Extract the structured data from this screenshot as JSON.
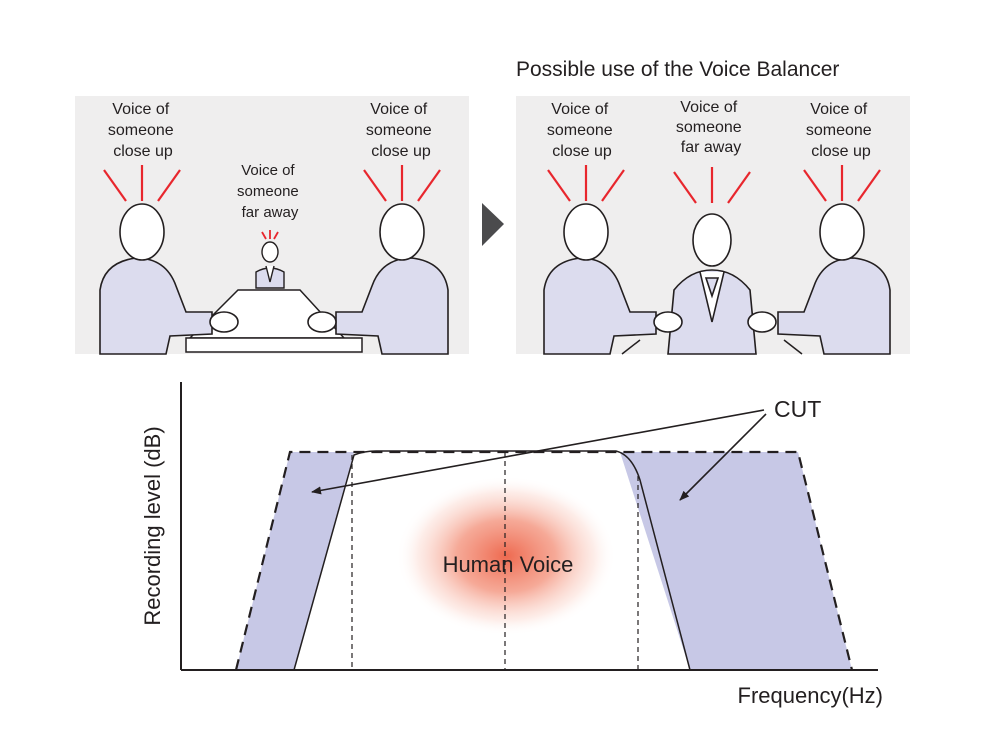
{
  "header": {
    "title": "Possible use of the Voice Balancer"
  },
  "left_panel": {
    "left_person_label": [
      "Voice of",
      "someone",
      "close up"
    ],
    "far_person_label": [
      "Voice of",
      "someone",
      "far away"
    ],
    "right_person_label": [
      "Voice of",
      "someone",
      "close up"
    ]
  },
  "right_panel": {
    "left_person_label": [
      "Voice of",
      "someone",
      "close up"
    ],
    "center_person_label": [
      "Voice of",
      "someone",
      "far away"
    ],
    "right_person_label": [
      "Voice of",
      "someone",
      "close up"
    ]
  },
  "chart": {
    "ylabel": "Recording level (dB)",
    "xlabel": "Frequency(Hz)",
    "cut_label": "CUT",
    "center_label": "Human Voice"
  },
  "colors": {
    "panel_bg": "#efeeee",
    "cut_fill": "#c7c8e6",
    "voice_lines": "#e8262d",
    "glow": "#ee6a50",
    "text": "#231f20"
  },
  "icons": [
    "play-arrow-icon",
    "arrow-icon"
  ]
}
